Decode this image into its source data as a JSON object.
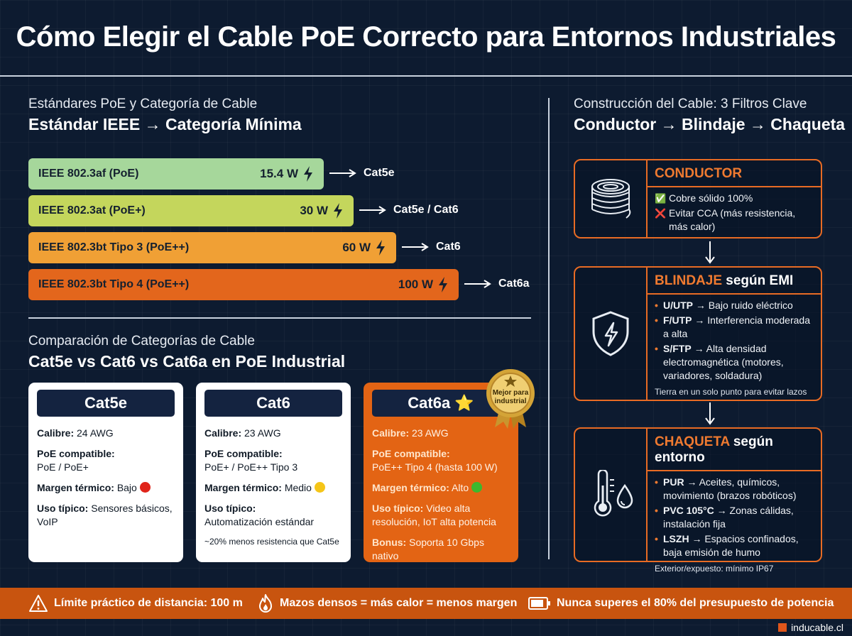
{
  "title": "Cómo Elegir el Cable PoE Correcto para Entornos Industriales",
  "left_top": {
    "subtitle": "Estándares PoE y Categoría de Cable",
    "heading": "Estándar IEEE → Categoría Mínima",
    "rows": [
      {
        "standard": "IEEE 802.3af (PoE)",
        "power": "15.4 W",
        "category": "Cat5e",
        "color": "#a6d79b"
      },
      {
        "standard": "IEEE 802.3at (PoE+)",
        "power": "30 W",
        "category": "Cat5e / Cat6",
        "color": "#c4d65c"
      },
      {
        "standard": "IEEE 802.3bt Tipo 3 (PoE++)",
        "power": "60 W",
        "category": "Cat6",
        "color": "#f0a035"
      },
      {
        "standard": "IEEE 802.3bt Tipo 4 (PoE++)",
        "power": "100 W",
        "category": "Cat6a",
        "color": "#e3661c"
      }
    ]
  },
  "left_bottom": {
    "subtitle": "Comparación de Categorías de Cable",
    "heading": "Cat5e vs Cat6 vs Cat6a en PoE Industrial",
    "cards": [
      {
        "name": "Cat5e",
        "calibre_label": "Calibre:",
        "calibre": "24 AWG",
        "poe_label": "PoE compatible:",
        "poe": "PoE / PoE+",
        "margin_label": "Margen térmico:",
        "margin": "Bajo",
        "margin_color": "#e0241a",
        "uso_label": "Uso típico:",
        "uso": "Sensores básicos, VoIP"
      },
      {
        "name": "Cat6",
        "calibre_label": "Calibre:",
        "calibre": "23 AWG",
        "poe_label": "PoE compatible:",
        "poe": "PoE+ / PoE++ Tipo 3",
        "margin_label": "Margen térmico:",
        "margin": "Medio",
        "margin_color": "#f5c518",
        "uso_label": "Uso típico:",
        "uso": "Automatización estándar",
        "note": "~20% menos resistencia que Cat5e"
      },
      {
        "name": "Cat6a",
        "star": "⭐",
        "badge": "Mejor para industrial",
        "calibre_label": "Calibre:",
        "calibre": "23 AWG",
        "poe_label": "PoE compatible:",
        "poe": "PoE++ Tipo 4 (hasta 100 W)",
        "margin_label": "Margen térmico:",
        "margin": "Alto",
        "margin_color": "#3bb82e",
        "uso_label": "Uso típico:",
        "uso": "Video alta resolución, IoT alta potencia",
        "bonus_label": "Bonus:",
        "bonus": "Soporta 10 Gbps nativo"
      }
    ]
  },
  "right": {
    "subtitle": "Construcción del Cable: 3 Filtros Clave",
    "heading": "Conductor → Blindaje → Chaqueta",
    "conductor": {
      "title": "CONDUCTOR",
      "icon": "cable-spool-icon",
      "items": [
        {
          "mark": "✅",
          "text": "Cobre sólido 100%"
        },
        {
          "mark": "❌",
          "text": "Evitar CCA (más resistencia, más calor)"
        }
      ]
    },
    "blindaje": {
      "title_a": "BLINDAJE",
      "title_b": "según EMI",
      "icon": "shield-bolt-icon",
      "items": [
        {
          "key": "U/UTP",
          "text": "→ Bajo ruido eléctrico"
        },
        {
          "key": "F/UTP",
          "text": "→ Interferencia moderada a alta"
        },
        {
          "key": "S/FTP",
          "text": "→ Alta densidad electromagnética (motores, variadores, soldadura)"
        }
      ],
      "note": "Tierra en un solo punto para evitar lazos"
    },
    "chaqueta": {
      "title_a": "CHAQUETA",
      "title_b": "según entorno",
      "icon": "thermometer-drop-icon",
      "items": [
        {
          "key": "PUR",
          "text": "→ Aceites, químicos, movimiento (brazos robóticos)"
        },
        {
          "key": "PVC 105°C",
          "text": "→ Zonas cálidas, instalación fija"
        },
        {
          "key": "LSZH",
          "text": "→ Espacios confinados, baja emisión de humo"
        }
      ],
      "note": "Exterior/expuesto: mínimo IP67"
    }
  },
  "footer": {
    "items": [
      {
        "icon": "warning-icon",
        "text": "Límite práctico de distancia: 100 m"
      },
      {
        "icon": "flame-icon",
        "text": "Mazos densos = más calor = menos margen"
      },
      {
        "icon": "battery-icon",
        "text": "Nunca superes el 80% del presupuesto de potencia"
      }
    ]
  },
  "brand": "inducable.cl"
}
